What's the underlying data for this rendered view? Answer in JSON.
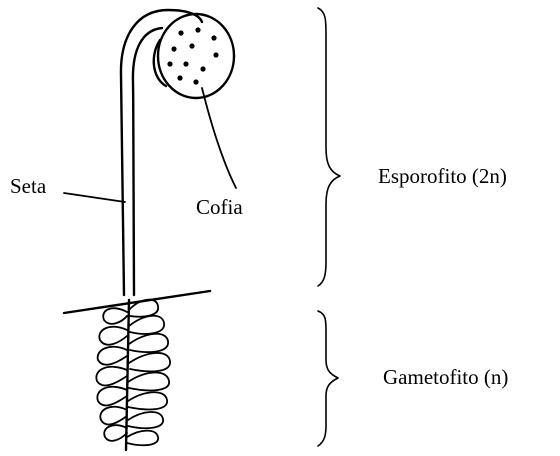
{
  "labels": {
    "seta": "Seta",
    "cofia": "Cofia",
    "esporofito": "Esporofito (2n)",
    "gametofito": "Gametofito (n)"
  },
  "colors": {
    "ink": "#000000",
    "background": "#ffffff"
  }
}
